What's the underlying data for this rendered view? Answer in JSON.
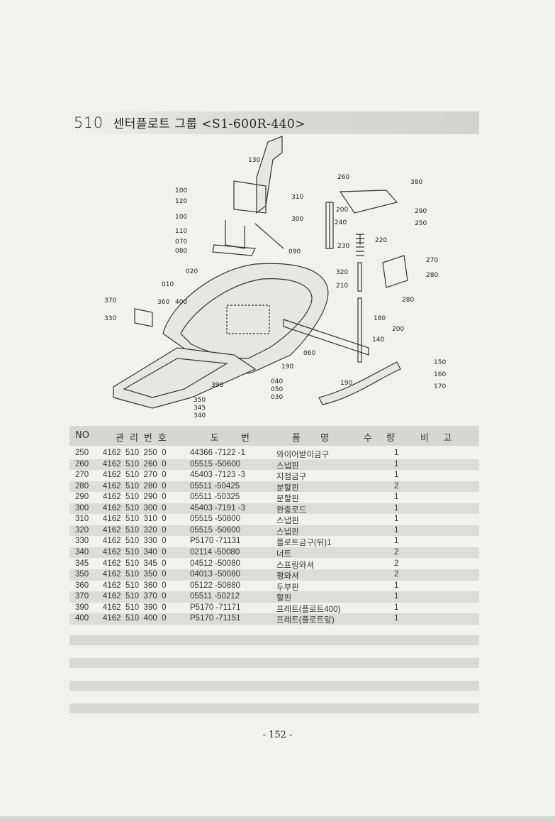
{
  "header": {
    "section_no": "510",
    "title": "센터플로트 그룹 <S1-600R-440>"
  },
  "diagram": {
    "labels": [
      "130",
      "100",
      "120",
      "100",
      "110",
      "070",
      "080",
      "090",
      "020",
      "010",
      "400",
      "360",
      "370",
      "330",
      "390",
      "350",
      "345",
      "340",
      "040",
      "050",
      "030",
      "190",
      "060",
      "190",
      "140",
      "150",
      "160",
      "170",
      "200",
      "180",
      "210",
      "280",
      "280",
      "270",
      "320",
      "230",
      "220",
      "240",
      "300",
      "310",
      "260",
      "200",
      "380",
      "290",
      "250"
    ]
  },
  "table": {
    "headers": {
      "no": "NO",
      "mgmt": "관리번호",
      "drawing_a": "도",
      "drawing_b": "번",
      "name_a": "품",
      "name_b": "명",
      "qty": "수 량",
      "remarks": "비 고"
    },
    "rows": [
      {
        "no": "250",
        "mgmt": "4162  510  250  0",
        "drawing": "44366 -7122 -1",
        "name": "와이어받이금구",
        "qty": "1"
      },
      {
        "no": "260",
        "mgmt": "4162  510  260  0",
        "drawing": "05515 -50600",
        "name": "스냅핀",
        "qty": "1"
      },
      {
        "no": "270",
        "mgmt": "4162  510  270  0",
        "drawing": "45403 -7123 -3",
        "name": "지점금구",
        "qty": "1"
      },
      {
        "no": "280",
        "mgmt": "4162  510  280  0",
        "drawing": "05511 -50425",
        "name": "분할핀",
        "qty": "2"
      },
      {
        "no": "290",
        "mgmt": "4162  510  290  0",
        "drawing": "05511 -50325",
        "name": "분할핀",
        "qty": "1"
      },
      {
        "no": "300",
        "mgmt": "4162  510  300  0",
        "drawing": "45403 -7191 -3",
        "name": "완충로드",
        "qty": "1"
      },
      {
        "no": "310",
        "mgmt": "4162  510  310  0",
        "drawing": "05515 -50800",
        "name": "스냅핀",
        "qty": "1"
      },
      {
        "no": "320",
        "mgmt": "4162  510  320  0",
        "drawing": "05515 -50600",
        "name": "스냅핀",
        "qty": "1"
      },
      {
        "no": "330",
        "mgmt": "4162  510  330  0",
        "drawing": "P5170 -71131",
        "name": "플로트금구(뒤)1",
        "qty": "1"
      },
      {
        "no": "340",
        "mgmt": "4162  510  340  0",
        "drawing": "02114 -50080",
        "name": "너트",
        "qty": "2"
      },
      {
        "no": "345",
        "mgmt": "4162  510  345  0",
        "drawing": "04512 -50080",
        "name": "스프링와셔",
        "qty": "2"
      },
      {
        "no": "350",
        "mgmt": "4162  510  350  0",
        "drawing": "04013 -50080",
        "name": "평와셔",
        "qty": "2"
      },
      {
        "no": "360",
        "mgmt": "4162  510  360  0",
        "drawing": "05122 -50880",
        "name": "두부핀",
        "qty": "1"
      },
      {
        "no": "370",
        "mgmt": "4162  510  370  0",
        "drawing": "05511 -50212",
        "name": "할핀",
        "qty": "1"
      },
      {
        "no": "390",
        "mgmt": "4162  510  390  0",
        "drawing": "P5170 -71171",
        "name": "프레트(플로트400)",
        "qty": "1"
      },
      {
        "no": "400",
        "mgmt": "4162  510  400  0",
        "drawing": "P5170 -71151",
        "name": "프레트(플로트앞)",
        "qty": "1"
      }
    ]
  },
  "footer": {
    "page": "- 152 -"
  }
}
